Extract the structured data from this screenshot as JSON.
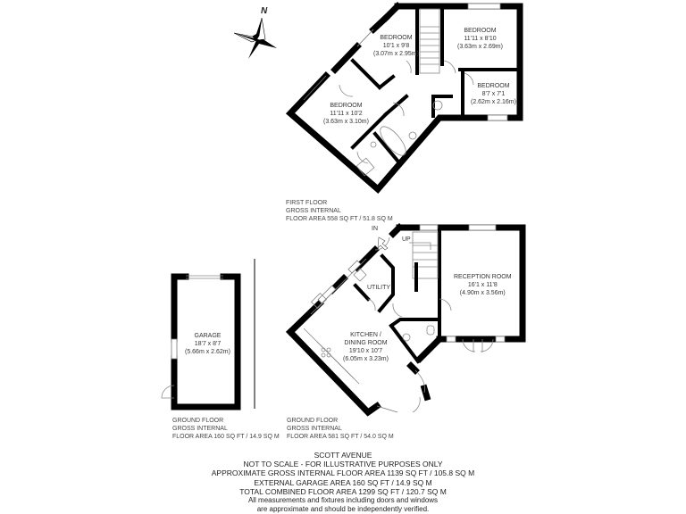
{
  "compass": {
    "label": "N",
    "icon": "north-arrow-compass-icon"
  },
  "first_floor": {
    "rooms": [
      {
        "name": "BEDROOM",
        "imperial": "10'1 x 9'8",
        "metric": "(3.07m x 2.95m)"
      },
      {
        "name": "BEDROOM",
        "imperial": "11'11 x 8'10",
        "metric": "(3.63m x 2.69m)"
      },
      {
        "name": "BEDROOM",
        "imperial": "8'7 x 7'1",
        "metric": "(2.62m x 2.16m)"
      },
      {
        "name": "BEDROOM",
        "imperial": "11'11 x 10'2",
        "metric": "(3.63m x 3.10m)"
      }
    ],
    "area": {
      "line1": "FIRST FLOOR",
      "line2": "GROSS INTERNAL",
      "line3": "FLOOR AREA 558 SQ FT / 51.8 SQ M"
    }
  },
  "ground_floor": {
    "labels": {
      "in": "IN",
      "up": "UP",
      "utility": "UTILITY"
    },
    "rooms": [
      {
        "name": "RECEPTION ROOM",
        "imperial": "16'1 x 11'8",
        "metric": "(4.90m x 3.56m)"
      },
      {
        "name": "KITCHEN /",
        "name2": "DINING ROOM",
        "imperial": "19'10 x 10'7",
        "metric": "(6.05m x 3.23m)"
      }
    ],
    "area": {
      "line1": "GROUND FLOOR",
      "line2": "GROSS INTERNAL",
      "line3": "FLOOR AREA 581 SQ FT / 54.0 SQ M"
    }
  },
  "garage": {
    "room": {
      "name": "GARAGE",
      "imperial": "18'7 x 8'7",
      "metric": "(5.66m x 2.62m)"
    },
    "area": {
      "line1": "GROUND FLOOR",
      "line2": "GROSS INTERNAL",
      "line3": "FLOOR AREA 160 SQ FT / 14.9 SQ M"
    }
  },
  "footer": {
    "address": "SCOTT AVENUE",
    "scale_note": "NOT TO SCALE - FOR ILLUSTRATIVE PURPOSES ONLY",
    "gross_internal": "APPROXIMATE GROSS INTERNAL FLOOR AREA 1139 SQ FT / 105.8 SQ M",
    "garage_area": "EXTERNAL GARAGE AREA 160 SQ FT / 14.9 SQ M",
    "total_area": "TOTAL COMBINED FLOOR AREA 1299 SQ FT / 120.7 SQ M",
    "disclaimer1": "All measurements and fixtures including doors and windows",
    "disclaimer2": "are approximate and should be independently verified."
  }
}
